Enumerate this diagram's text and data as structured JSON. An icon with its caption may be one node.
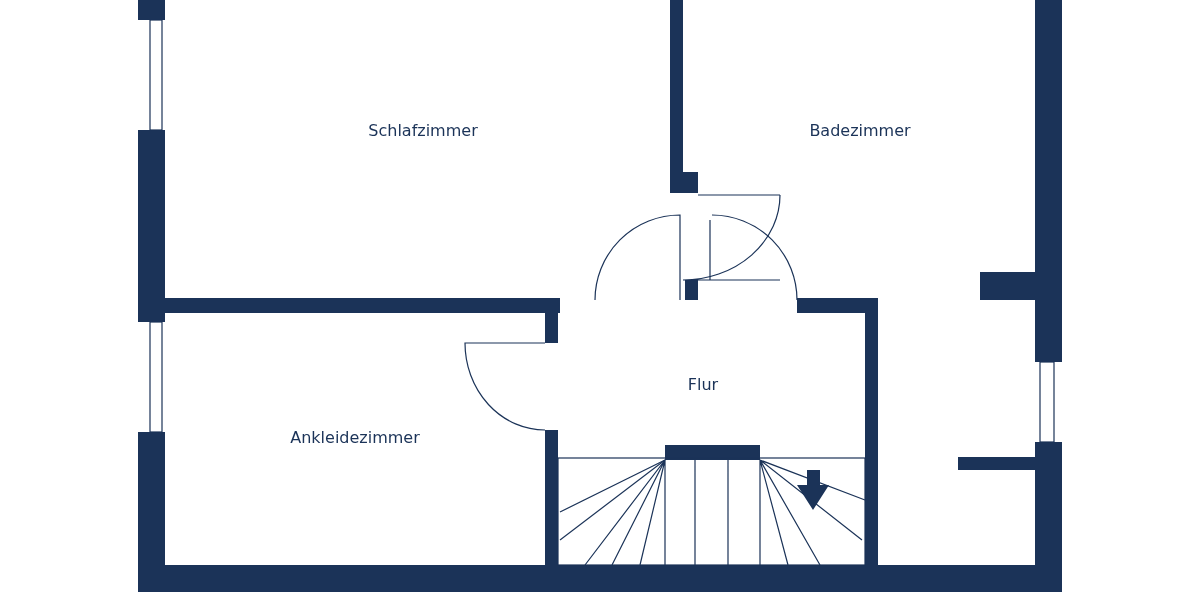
{
  "diagram": {
    "nodes": [
      {
        "text": [
          "Schlafzimmer"
        ]
      },
      {
        "text": [
          "Badezimmer"
        ]
      },
      {
        "text": [
          "Flur"
        ]
      },
      {
        "text": [
          "Ankleidezimmer"
        ]
      }
    ]
  }
}
